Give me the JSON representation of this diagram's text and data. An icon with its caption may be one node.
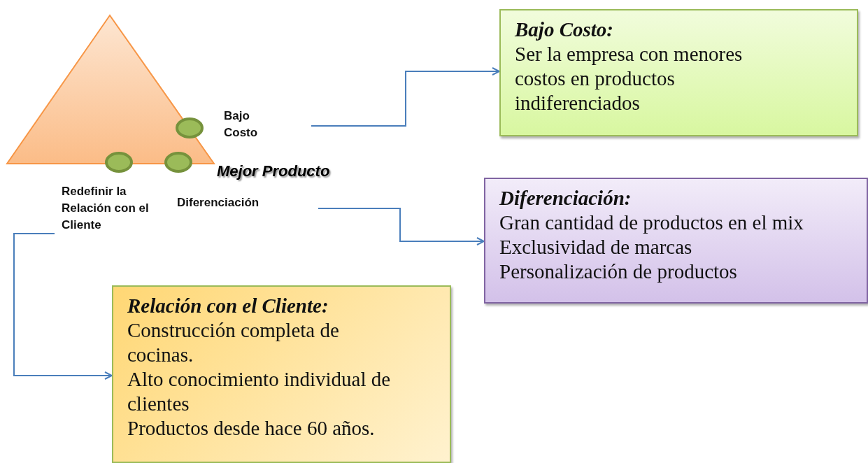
{
  "diagram": {
    "nodes": [
      {
        "text": [
          "Bajo Costo"
        ]
      },
      {
        "text": [
          "Diferenciación"
        ]
      },
      {
        "text": [
          "Redefinir la Relación con el Cliente"
        ]
      },
      {
        "text": [
          "Bajo Costo:",
          "Ser la empresa con menores costos en productos indiferenciados"
        ]
      },
      {
        "text": [
          "Diferenciación:",
          "Gran cantidad de productos en el mix",
          "Exclusividad de marcas",
          "Personalización de productos"
        ]
      },
      {
        "text": [
          "Relación con el Cliente:",
          "Construcción completa de cocinas.",
          "Alto conocimiento individual de clientes",
          "Productos desde hace 60 años."
        ]
      }
    ],
    "edges": [
      {
        "from": 0,
        "to": 3,
        "arrow": "to"
      },
      {
        "from": 1,
        "to": 4,
        "arrow": "to"
      },
      {
        "from": 2,
        "to": 5,
        "arrow": "to"
      }
    ],
    "labels": [
      "Mejor Producto"
    ]
  }
}
